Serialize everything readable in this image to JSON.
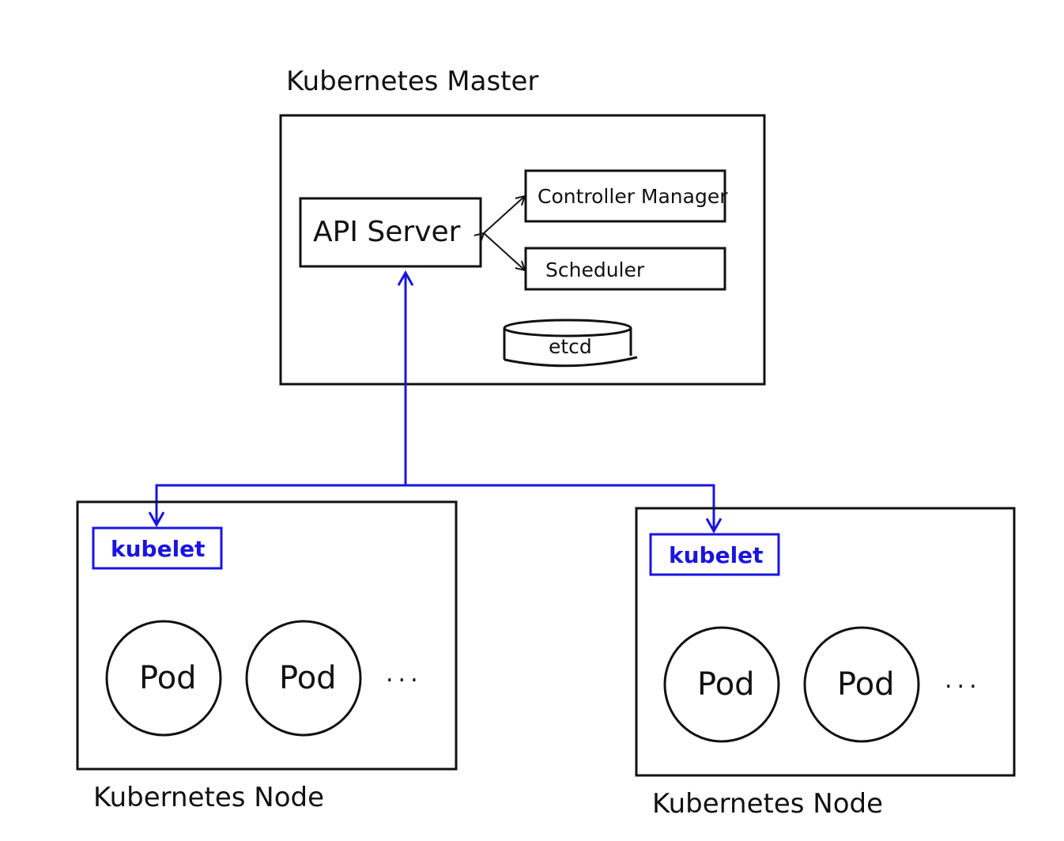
{
  "master": {
    "title": "Kubernetes Master",
    "api_server": "API Server",
    "controller_manager": "Controller Manager",
    "scheduler": "Scheduler",
    "etcd": "etcd"
  },
  "nodes": [
    {
      "title": "Kubernetes Node",
      "kubelet": "kubelet",
      "pods": [
        "Pod",
        "Pod"
      ],
      "more": "..."
    },
    {
      "title": "Kubernetes Node",
      "kubelet": "kubelet",
      "pods": [
        "Pod",
        "Pod"
      ],
      "more": "..."
    }
  ],
  "colors": {
    "stroke": "#111111",
    "kubelet": "#1a14e0",
    "background": "#ffffff"
  }
}
